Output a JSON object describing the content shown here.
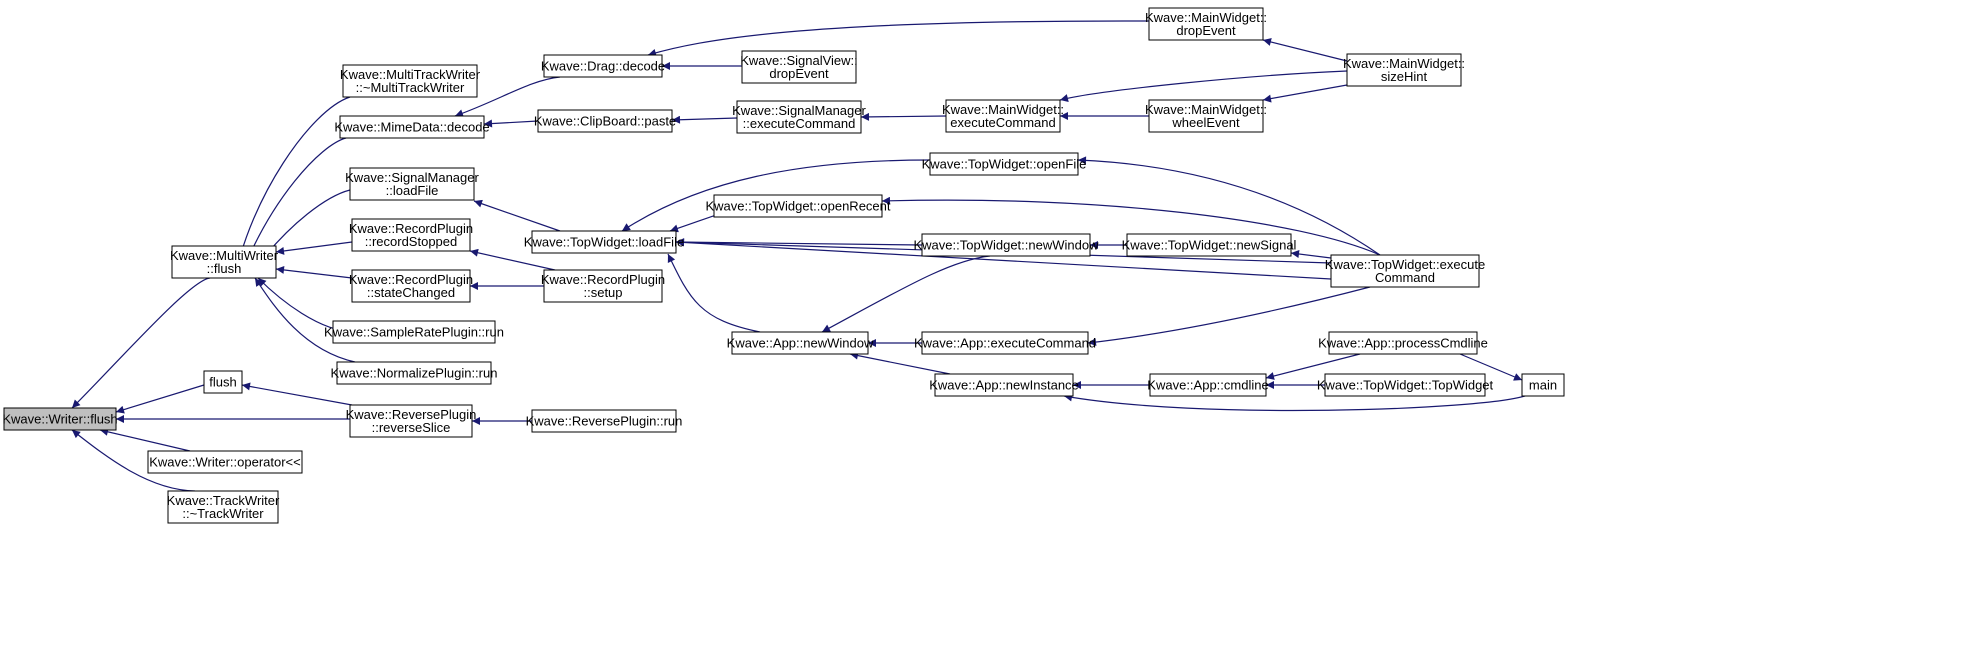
{
  "graph": {
    "edge_color": "#191970",
    "node_fill": "#ffffff",
    "highlight_fill": "#bfbfbf",
    "nodes": [
      {
        "id": "writer_flush",
        "lines": [
          "Kwave::Writer::flush"
        ],
        "highlight": true
      },
      {
        "id": "multiwriter_flush",
        "lines": [
          "Kwave::MultiWriter",
          "::flush"
        ]
      },
      {
        "id": "flush",
        "lines": [
          "flush"
        ]
      },
      {
        "id": "writer_op",
        "lines": [
          "Kwave::Writer::operator<<"
        ]
      },
      {
        "id": "trackwriter_dtor",
        "lines": [
          "Kwave::TrackWriter",
          "::~TrackWriter"
        ]
      },
      {
        "id": "mtw_dtor",
        "lines": [
          "Kwave::MultiTrackWriter",
          "::~MultiTrackWriter"
        ]
      },
      {
        "id": "mime_decode",
        "lines": [
          "Kwave::MimeData::decode"
        ]
      },
      {
        "id": "sm_loadfile",
        "lines": [
          "Kwave::SignalManager",
          "::loadFile"
        ]
      },
      {
        "id": "rp_stopped",
        "lines": [
          "Kwave::RecordPlugin",
          "::recordStopped"
        ]
      },
      {
        "id": "rp_state",
        "lines": [
          "Kwave::RecordPlugin",
          "::stateChanged"
        ]
      },
      {
        "id": "srp_run",
        "lines": [
          "Kwave::SampleRatePlugin::run"
        ]
      },
      {
        "id": "np_run",
        "lines": [
          "Kwave::NormalizePlugin::run"
        ]
      },
      {
        "id": "rev_slice",
        "lines": [
          "Kwave::ReversePlugin",
          "::reverseSlice"
        ]
      },
      {
        "id": "rev_run",
        "lines": [
          "Kwave::ReversePlugin::run"
        ]
      },
      {
        "id": "drag_decode",
        "lines": [
          "Kwave::Drag::decode"
        ]
      },
      {
        "id": "clip_paste",
        "lines": [
          "Kwave::ClipBoard::paste"
        ]
      },
      {
        "id": "tw_loadfile",
        "lines": [
          "Kwave::TopWidget::loadFile"
        ]
      },
      {
        "id": "rp_setup",
        "lines": [
          "Kwave::RecordPlugin",
          "::setup"
        ]
      },
      {
        "id": "sv_drop",
        "lines": [
          "Kwave::SignalView::",
          "dropEvent"
        ]
      },
      {
        "id": "sm_exec",
        "lines": [
          "Kwave::SignalManager",
          "::executeCommand"
        ]
      },
      {
        "id": "tw_openrecent",
        "lines": [
          "Kwave::TopWidget::openRecent"
        ]
      },
      {
        "id": "tw_openfile",
        "lines": [
          "Kwave::TopWidget::openFile"
        ]
      },
      {
        "id": "tw_newwindow",
        "lines": [
          "Kwave::TopWidget::newWindow"
        ]
      },
      {
        "id": "app_newwindow",
        "lines": [
          "Kwave::App::newWindow"
        ]
      },
      {
        "id": "mw_exec",
        "lines": [
          "Kwave::MainWidget::",
          "executeCommand"
        ]
      },
      {
        "id": "app_exec",
        "lines": [
          "Kwave::App::executeCommand"
        ]
      },
      {
        "id": "app_newinst",
        "lines": [
          "Kwave::App::newInstance"
        ]
      },
      {
        "id": "mw_drop",
        "lines": [
          "Kwave::MainWidget::",
          "dropEvent"
        ]
      },
      {
        "id": "mw_wheel",
        "lines": [
          "Kwave::MainWidget::",
          "wheelEvent"
        ]
      },
      {
        "id": "tw_newsignal",
        "lines": [
          "Kwave::TopWidget::newSignal"
        ]
      },
      {
        "id": "app_cmdline",
        "lines": [
          "Kwave::App::cmdline"
        ]
      },
      {
        "id": "mw_sizehint",
        "lines": [
          "Kwave::MainWidget::",
          "sizeHint"
        ]
      },
      {
        "id": "tw_exec",
        "lines": [
          "Kwave::TopWidget::execute",
          "Command"
        ]
      },
      {
        "id": "app_proc",
        "lines": [
          "Kwave::App::processCmdline"
        ]
      },
      {
        "id": "tw_ctor",
        "lines": [
          "Kwave::TopWidget::TopWidget"
        ]
      },
      {
        "id": "main",
        "lines": [
          "main"
        ]
      }
    ]
  }
}
